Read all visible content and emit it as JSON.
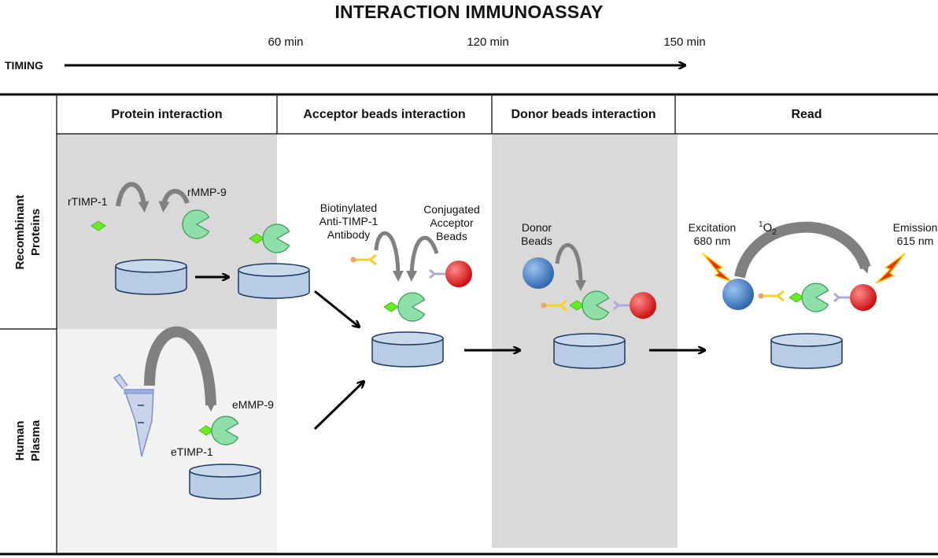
{
  "title": "INTERACTION IMMUNOASSAY",
  "timing": {
    "label": "TIMING",
    "ticks": [
      "60 min",
      "120 min",
      "150 min"
    ]
  },
  "columns": [
    {
      "label": "Protein interaction"
    },
    {
      "label": "Acceptor beads interaction"
    },
    {
      "label": "Donor beads interaction"
    },
    {
      "label": "Read"
    }
  ],
  "rows": [
    {
      "line1": "Recombinant",
      "line2": "Proteins"
    },
    {
      "line1": "Human",
      "line2": "Plasma"
    }
  ],
  "labels": {
    "rtimp": "rTIMP-1",
    "rmmp": "rMMP-9",
    "biotin1": "Biotinylated",
    "biotin2": "Anti-TIMP-1",
    "biotin3": "Antibody",
    "conj1": "Conjugated",
    "conj2": "Acceptor",
    "conj3": "Beads",
    "donor1": "Donor",
    "donor2": "Beads",
    "exc1": "Excitation",
    "exc2": "680 nm",
    "o2_sup": "1",
    "o2_base": "O",
    "o2_sub": "2",
    "emi1": "Emission",
    "emi2": "615 nm",
    "emmp": "eMMP-9",
    "etimp": "eTIMP-1"
  },
  "colors": {
    "shade_dark": "#d9d9d9",
    "shade_light": "#f2f2f2",
    "well_fill": "#b8cce4",
    "well_stroke": "#1f3864",
    "arrow_gray": "#808080",
    "mmp_green": "#8ee0a8",
    "timp_green": "#66ee22",
    "donor_blue": "#3a78c2",
    "acceptor_red": "#e81818",
    "antibody_yellow": "#f5d22a",
    "biotin_orange": "#f2a06c",
    "acceptor_link": "#b0a8d8",
    "flash_red": "#e83020",
    "flash_yellow": "#ffd200"
  },
  "icons": [
    "well-icon",
    "mmp9-icon",
    "timp1-icon",
    "antibody-icon",
    "donor-bead-icon",
    "acceptor-bead-icon",
    "tube-icon",
    "lightning-icon",
    "curved-arrow-icon"
  ]
}
